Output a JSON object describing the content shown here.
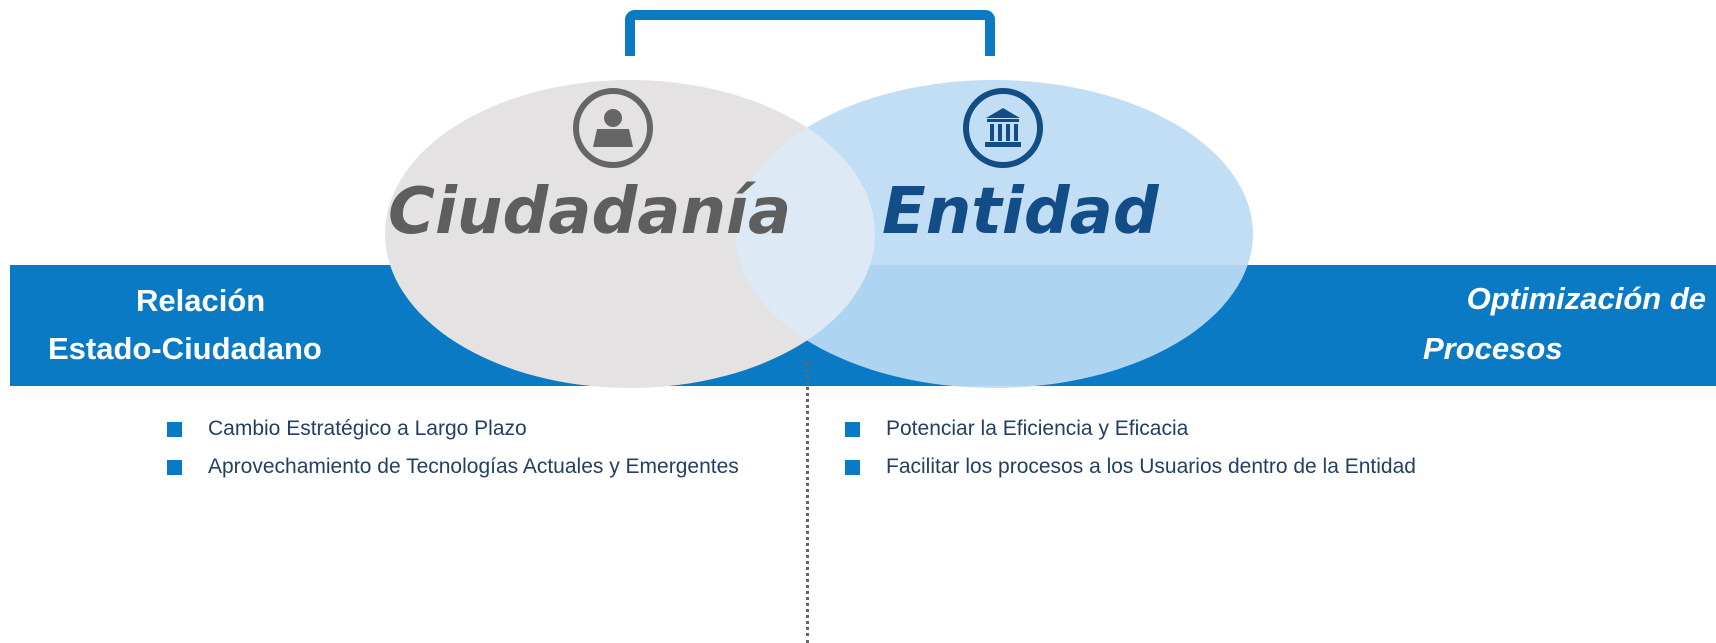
{
  "colors": {
    "band": "#0a7ac4",
    "left_ellipse": "#e4e2e3",
    "right_ellipse": "#bcdbf4",
    "left_word": "#5e5e5e",
    "right_word": "#134d87",
    "bullet_text": "#233f63"
  },
  "left": {
    "icon": "person-icon",
    "title": "Ciudadanía",
    "band_line1": "Relación",
    "band_line2": "Estado-Ciudadano",
    "bullets": [
      "Cambio Estratégico a Largo Plazo",
      "Aprovechamiento de Tecnologías Actuales y Emergentes"
    ]
  },
  "right": {
    "icon": "bank-icon",
    "title": "Entidad",
    "band_line1": "Optimización de",
    "band_line2": "Procesos",
    "bullets": [
      "Potenciar la Eficiencia y Eficacia",
      "Facilitar los procesos a los Usuarios dentro de la Entidad"
    ]
  }
}
